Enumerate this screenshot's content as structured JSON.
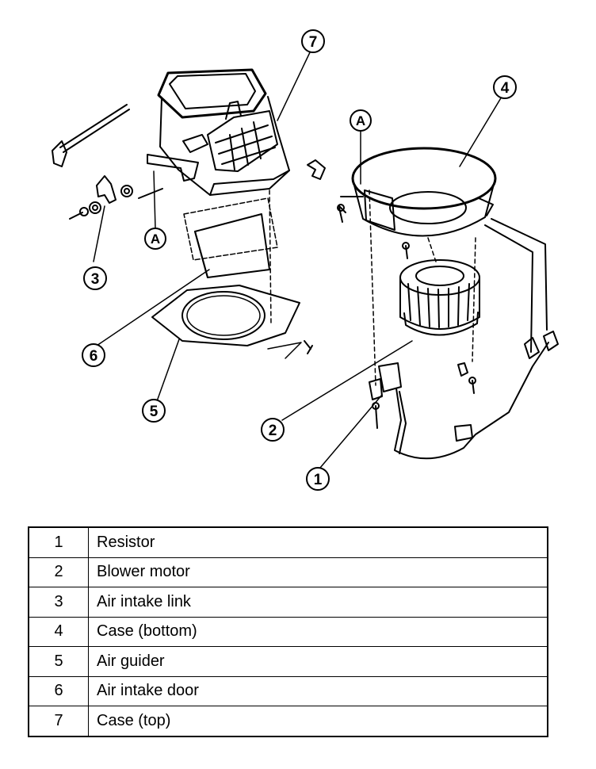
{
  "callouts": [
    "1",
    "2",
    "3",
    "4",
    "5",
    "6",
    "7"
  ],
  "reference_label": "A",
  "legend": [
    {
      "number": "1",
      "name": "Resistor"
    },
    {
      "number": "2",
      "name": "Blower motor"
    },
    {
      "number": "3",
      "name": "Air intake link"
    },
    {
      "number": "4",
      "name": "Case (bottom)"
    },
    {
      "number": "5",
      "name": "Air guider"
    },
    {
      "number": "6",
      "name": "Air intake door"
    },
    {
      "number": "7",
      "name": "Case (top)"
    }
  ]
}
